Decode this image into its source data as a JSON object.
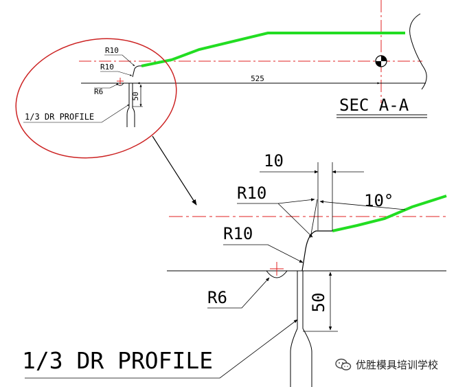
{
  "section_label": "SEC A-A",
  "overview": {
    "r10_upper": "R10",
    "r10_lower": "R10",
    "r6": "R6",
    "dim_525": "525",
    "dim_50": "50",
    "profile_label": "1/3 DR PROFILE"
  },
  "detail": {
    "dim_10": "10",
    "angle_10": "10°",
    "r10_upper": "R10",
    "r10_lower": "R10",
    "r6": "R6",
    "dim_50": "50",
    "profile_label": "1/3 DR PROFILE"
  },
  "watermark": {
    "text": "优胜模具培训学校",
    "icon": "wechat-icon"
  },
  "colors": {
    "profile": "#22dd22",
    "centerline": "#e02020",
    "callout_circle": "#cc2222",
    "line": "#000000"
  }
}
